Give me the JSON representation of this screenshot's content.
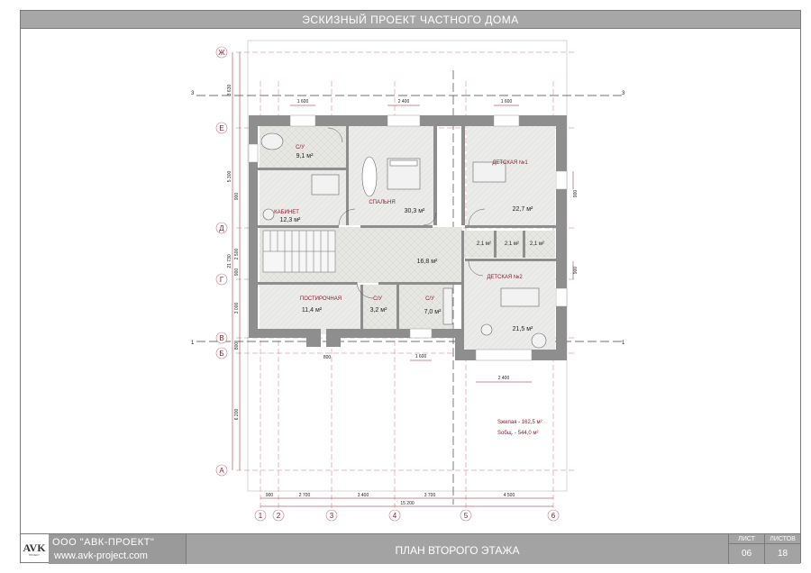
{
  "header": {
    "title": "ЭСКИЗНЫЙ ПРОЕКТ ЧАСТНОГО ДОМА"
  },
  "footer": {
    "logo": "AVK",
    "logo_sub": "ПРОЕКТ",
    "company": "ООО \"АВК-ПРОЕКТ\"",
    "website": "www.avk-project.com",
    "sheet_title": "ПЛАН ВТОРОГО ЭТАЖА",
    "sheet_label": "ЛИСТ",
    "sheet_value": "06",
    "sheets_label": "ЛИСТОВ",
    "sheets_value": "18"
  },
  "axes": {
    "rows": [
      "Ж",
      "Е",
      "Д",
      "Г",
      "В",
      "Б",
      "А"
    ],
    "cols": [
      "1",
      "2",
      "3",
      "4",
      "5",
      "6"
    ],
    "section_marks": [
      "3",
      "3",
      "1",
      "1"
    ]
  },
  "rooms": [
    {
      "name": "С/У",
      "area": "9,1 м²"
    },
    {
      "name": "СПАЛЬНЯ",
      "area": "30,3 м²"
    },
    {
      "name": "ДЕТСКАЯ №1",
      "area": "22,7 м²"
    },
    {
      "name": "КАБИНЕТ",
      "area": "12,3 м²"
    },
    {
      "name": "",
      "area": "16,8 м²"
    },
    {
      "name": "",
      "area": "2,1 м²"
    },
    {
      "name": "",
      "area": "2,1 м²"
    },
    {
      "name": "",
      "area": "2,1 м²"
    },
    {
      "name": "ДЕТСКАЯ №2",
      "area": "21,5 м²"
    },
    {
      "name": "ПОСТИРОЧНАЯ",
      "area": "11,4 м²"
    },
    {
      "name": "С/У",
      "area": "3,2 м²"
    },
    {
      "name": "С/У",
      "area": "7,0 м²"
    }
  ],
  "dims": {
    "top": [
      "1 600",
      "2 400",
      "1 600"
    ],
    "left": [
      "3 630",
      "5 300",
      "900",
      "21 730",
      "2 500",
      "900",
      "3 000",
      "800",
      "6 200"
    ],
    "right": [
      "900",
      "900"
    ],
    "bottom_misc": [
      "800",
      "1 600",
      "2 400"
    ],
    "bottom": [
      "900",
      "2 700",
      "3 400",
      "3 700",
      "4 500"
    ],
    "total": "15 200"
  },
  "areas": {
    "living": "Sжилая - 162,5 м²",
    "total": "Sобщ. - 544,0 м²"
  }
}
